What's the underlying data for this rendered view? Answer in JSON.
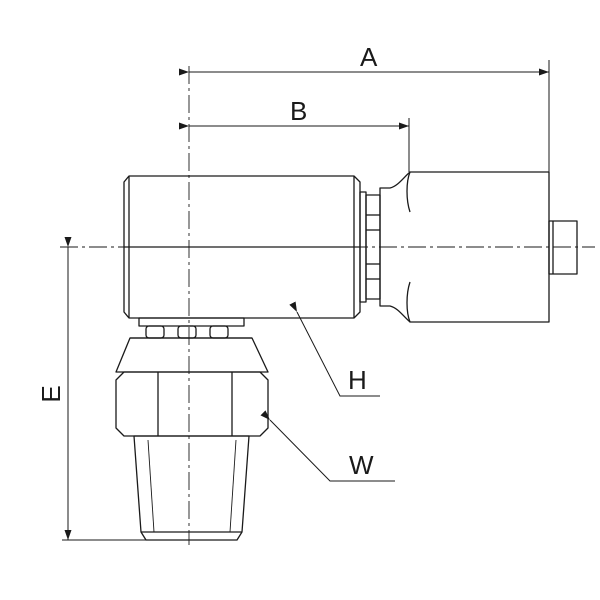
{
  "dimensions": {
    "a": "A",
    "b": "B",
    "e": "E",
    "h": "H",
    "w": "W"
  },
  "colors": {
    "line": "#1a1a1a",
    "background": "#ffffff"
  }
}
